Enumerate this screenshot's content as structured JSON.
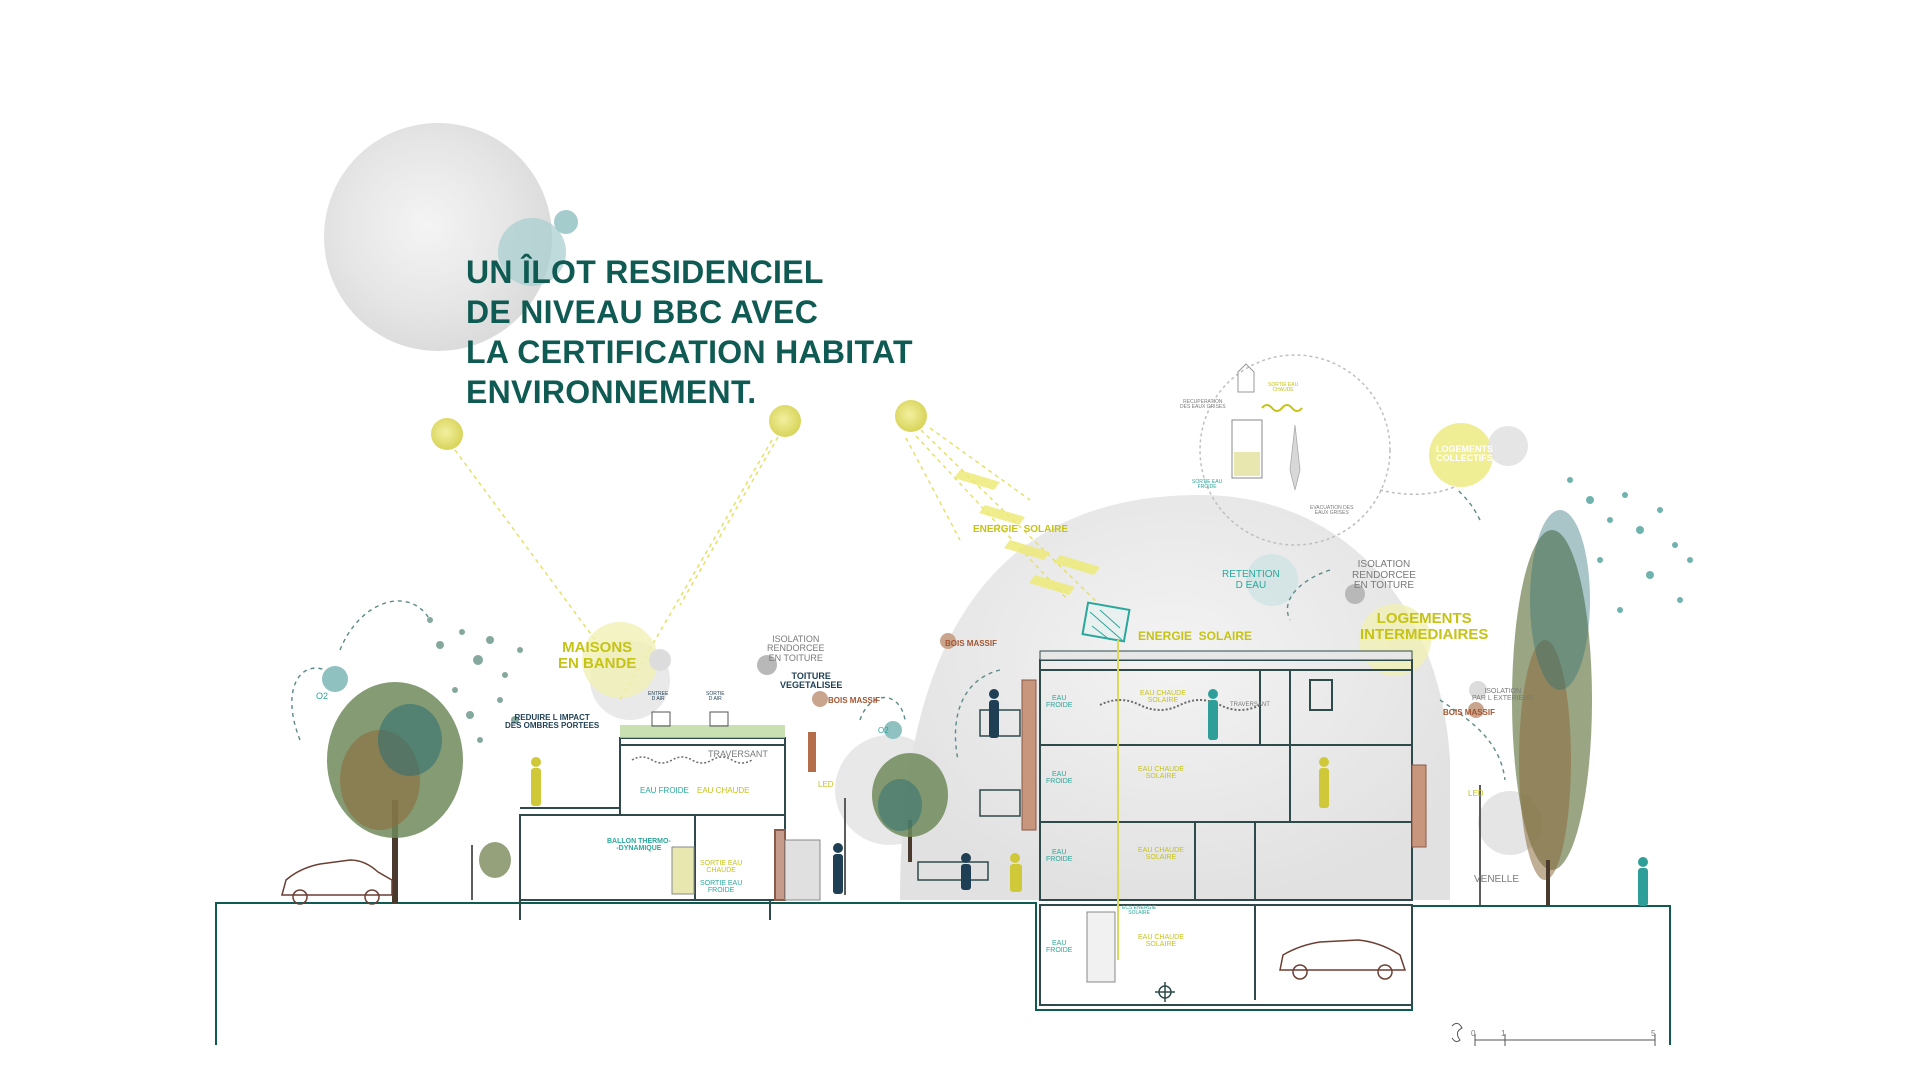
{
  "title_lines": [
    "UN ÎLOT RESIDENCIEL",
    "DE NIVEAU  BBC AVEC",
    "LA CERTIFICATION HABITAT",
    "ENVIRONNEMENT."
  ],
  "labels": {
    "maisons_en_bande": "MAISONS\nEN BANDE",
    "logements_intermediaires": "LOGEMENTS\nINTERMEDIAIRES",
    "logements_collectifs": "LOGEMENTS\nCOLLECTIFS",
    "energie_solaire_rays": "ENERGIE  SOLAIRE",
    "energie_solaire_panel": "ENERGIE  SOLAIRE",
    "isolation_toiture_left": "ISOLATION\nRENDORCEE\nEN TOITURE",
    "isolation_toiture_right": "ISOLATION\nRENDORCEE\nEN TOITURE",
    "toiture_vegetalisee": "TOITURE\nVEGETALISEE",
    "isolation_exterieur": "ISOLATION\nPAR L EXTERIEUR",
    "retention_eau": "RETENTION\nD EAU",
    "bois_massif_1": "BOIS MASSIF",
    "bois_massif_2": "BOIS MASSIF",
    "bois_massif_3": "BOIS MASSIF",
    "reduire_impact": "REDUIRE L IMPACT\nDES OMBRES PORTEES",
    "entree_air": "ENTREE\nD AIR",
    "sortie_air": "SORTIE\nD AIR",
    "traversant_left": "TRAVERSANT",
    "traversant_right": "TRAVERSANT",
    "eau_froide_left": "EAU FROIDE",
    "eau_chaude_left": "EAU CHAUDE",
    "ballon": "BALLON THERMO-\n-DYNAMIQUE",
    "sortie_eau_chaude_left": "SORTIE EAU\nCHAUDE",
    "sortie_eau_froide_left": "SORTIE EAU\nFROIDE",
    "led_left": "LED",
    "led_right": "LED",
    "eau_froide_r1": "EAU\nFROIDE",
    "eau_froide_r2": "EAU\nFROIDE",
    "eau_froide_r3": "EAU\nFROIDE",
    "eau_froide_r4": "EAU\nFROIDE",
    "eau_chaude_solaire_1": "EAU CHAUDE\nSOLAIRE",
    "eau_chaude_solaire_2": "EAU CHAUDE\nSOLAIRE",
    "eau_chaude_solaire_3": "EAU CHAUDE\nSOLAIRE",
    "eau_chaude_solaire_4": "EAU CHAUDE\nSOLAIRE",
    "ecs_energie_solaire": "ECS ENERGIE\nSOLAIRE",
    "venelle": "VENELLE",
    "o2_left": "O2",
    "o2_mid": "O2",
    "recuperation": "RECUPERATION\nDES EAUX GRISES",
    "sortie_eau_chaude_inset": "SORTIE EAU\nCHAUDE",
    "sortie_eau_froide_inset": "SORTIE EAU\nFROIDE",
    "evacuation": "EVACUATION DES\nEAUX GRISES",
    "scale_0": "0",
    "scale_1": "1",
    "scale_5": "5"
  },
  "colors": {
    "title": "#0f5a52",
    "teal": "#2aa79b",
    "yellow": "#d6d31c",
    "brown": "#a35530",
    "line": "#0f5a52",
    "grey": "#7a7a7a"
  }
}
